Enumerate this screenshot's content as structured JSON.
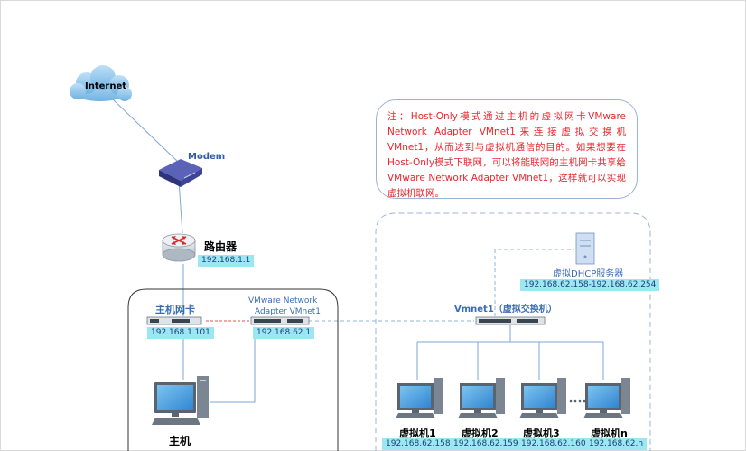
{
  "internet": {
    "label": "Internet"
  },
  "modem": {
    "label": "Modem"
  },
  "router": {
    "label": "路由器",
    "ip": "192.168.1.1"
  },
  "host": {
    "nic_label": "主机网卡",
    "nic_ip": "192.168.1.101",
    "adapter_label_line1": "VMware Network",
    "adapter_label_line2": "Adapter VMnet1",
    "adapter_ip": "192.168.62.1",
    "label": "主机"
  },
  "note": {
    "text": "注：Host-Only模式通过主机的虚拟网卡VMware Network Adapter VMnet1来连接虚拟交换机VMnet1，从而达到与虚拟机通信的目的。如果想要在Host-Only模式下联网，可以将能联网的主机网卡共享给VMware Network Adapter VMnet1，这样就可以实现虚拟机联网。"
  },
  "vswitch": {
    "label": "Vmnet1（虚拟交换机）"
  },
  "dhcp": {
    "label": "虚拟DHCP服务器",
    "range": "192.168.62.158-192.168.62.254"
  },
  "vms": [
    {
      "label": "虚拟机1",
      "ip": "192.168.62.158"
    },
    {
      "label": "虚拟机2",
      "ip": "192.168.62.159"
    },
    {
      "label": "虚拟机3",
      "ip": "192.168.62.160"
    },
    {
      "label": "虚拟机n",
      "ip": "192.168.62.n"
    }
  ],
  "colors": {
    "accent_blue": "#3a6db3",
    "label_bg": "#9be7f2",
    "note_text": "#e8262d",
    "dashed_red": "#e05050"
  }
}
